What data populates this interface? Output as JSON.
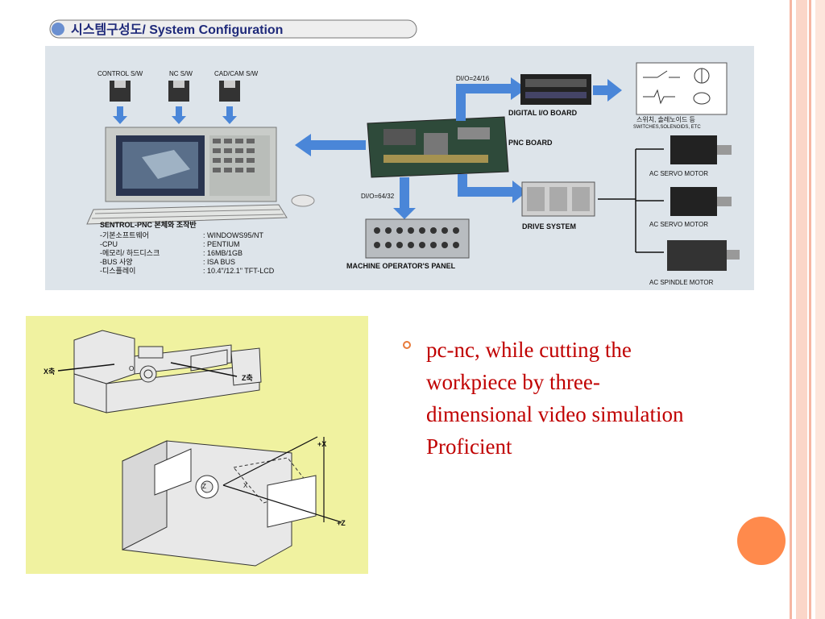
{
  "slide": {
    "bullet_text": "pc-nc, while cutting the workpiece by three-dimensional video simulation Proficient",
    "colors": {
      "bullet_text": "#c00000",
      "accent": "#ff8a4c",
      "stripe": "#f6b7a3",
      "figure_bg": "#f0f2a0"
    }
  },
  "diagram": {
    "title": "시스템구성도/ System Configuration",
    "software": [
      "CONTROL S/W",
      "NC S/W",
      "CAD/CAM S/W"
    ],
    "dio_top": "DI/O=24/16",
    "dio_bottom": "DI/O=64/32",
    "digital_io_board": "DIGITAL I/O BOARD",
    "pnc_board": "PNC BOARD",
    "drive_system": "DRIVE SYSTEM",
    "machine_panel": "MACHINE OPERATOR'S PANEL",
    "switches_ko": "스위치, 솔레노이드 등",
    "switches_en": "SWITCHES,SOLENOIDS, ETC",
    "motors": [
      "AC SERVO MOTOR",
      "AC SERVO MOTOR",
      "AC SPINDLE MOTOR"
    ],
    "spec_title": "SENTROL-PNC 본체와 조작반",
    "specs": [
      {
        "label": "-기본소프트웨어",
        "value": ": WINDOWS95/NT"
      },
      {
        "label": "-CPU",
        "value": ": PENTIUM"
      },
      {
        "label": "-메모리/ 하드디스크",
        "value": ": 16MB/1GB"
      },
      {
        "label": "-BUS 사양",
        "value": ": ISA BUS"
      },
      {
        "label": "-디스플레이",
        "value": ": 10.4\"/12.1\" TFT-LCD"
      }
    ]
  },
  "lathe": {
    "x_axis_label": "X축",
    "z_axis_label": "Z축",
    "plus_x": "+X",
    "plus_z": "+Z",
    "x_small": "X",
    "z_small": "Z",
    "o_label": "O"
  }
}
